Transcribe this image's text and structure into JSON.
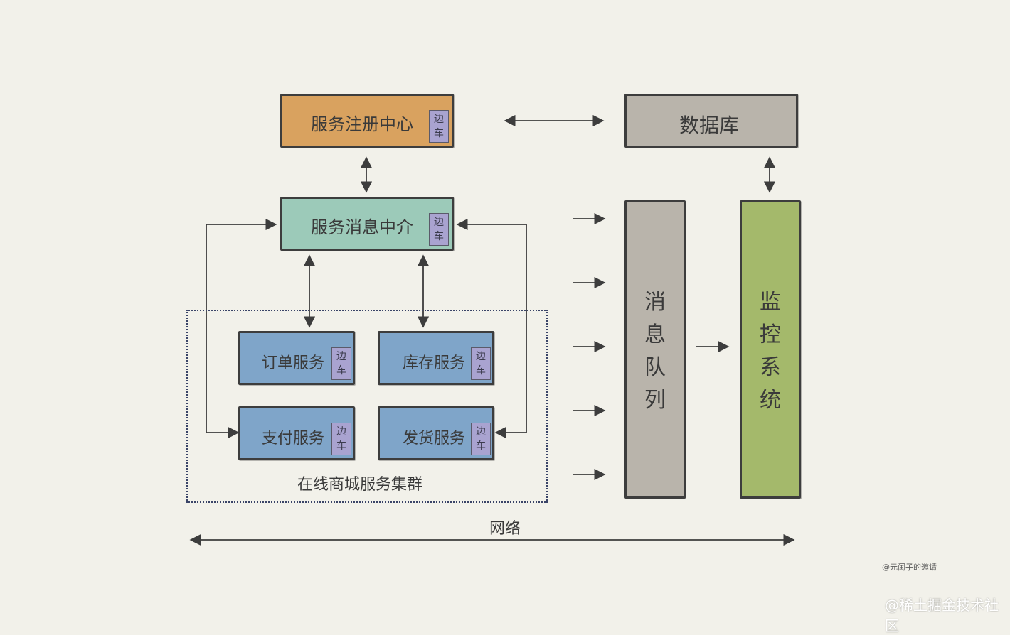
{
  "sidecar": [
    "边",
    "车"
  ],
  "registry": {
    "label": "服务注册中心",
    "color": "#d9a25f"
  },
  "broker": {
    "label": "服务消息中介",
    "color": "#9ccab9"
  },
  "database": {
    "label": "数据库",
    "color": "#b9b4ab"
  },
  "message_queue": {
    "label": "消\n息\n队\n列",
    "color": "#b9b4ab"
  },
  "monitoring": {
    "label": "监\n控\n系\n统",
    "color": "#a4b96b"
  },
  "services": {
    "color": "#7fa5c9",
    "order": "订单服务",
    "inventory": "库存服务",
    "payment": "支付服务",
    "shipping": "发货服务"
  },
  "cluster_label": "在线商城服务集群",
  "network_label": "网络",
  "watermark_small": "@元闰子的邀请",
  "watermark_big": "@稀土掘金技术社区"
}
